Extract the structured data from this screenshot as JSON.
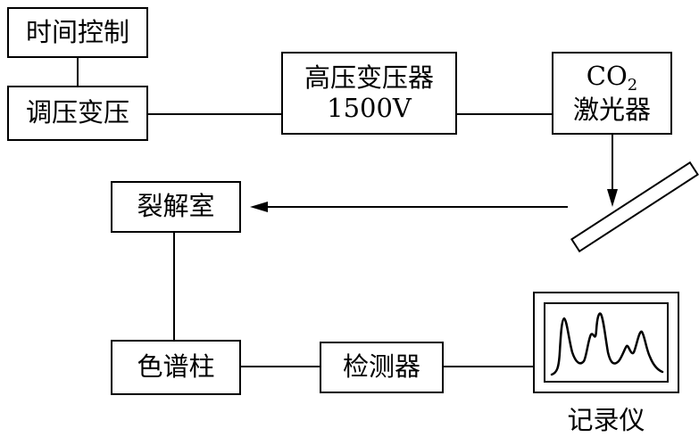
{
  "diagram": {
    "time_control": "时间控制",
    "voltage_regulator": "调压变压",
    "hv_transformer": {
      "line1": "高压变压器",
      "line2": "1500V"
    },
    "laser": {
      "co": "CO",
      "sub": "2",
      "line2": "激光器"
    },
    "pyrolysis_chamber": "裂解室",
    "chromatographic_column": "色谱柱",
    "detector": "检测器",
    "recorder": "记录仪"
  }
}
